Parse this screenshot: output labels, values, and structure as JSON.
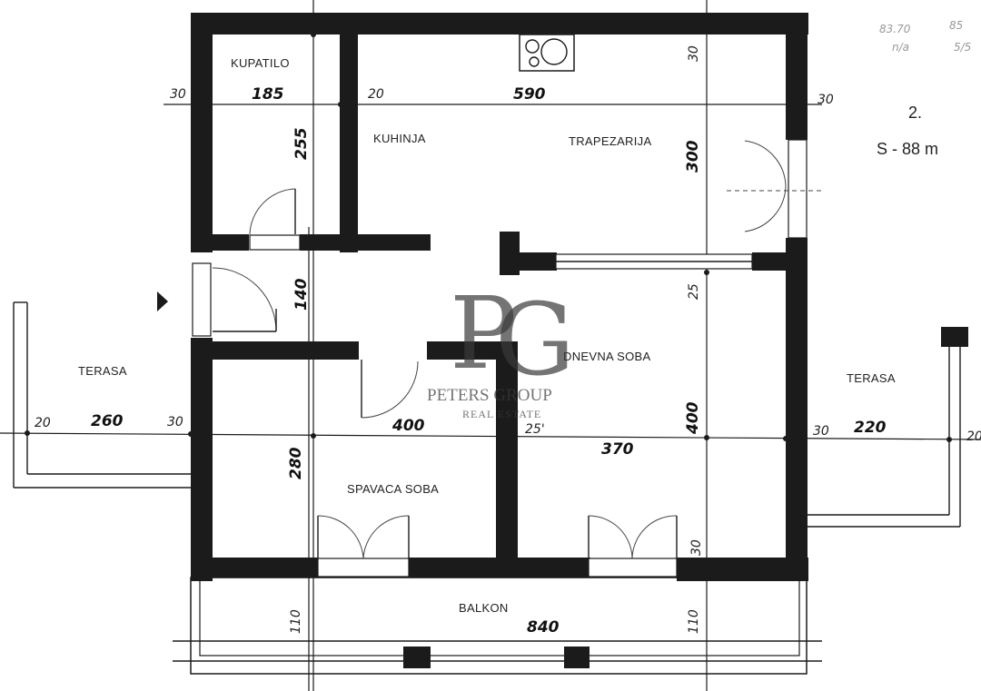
{
  "plan": {
    "number": "2.",
    "area": "S - 88 m",
    "corner_notes": [
      "83.70",
      "85",
      "n/a",
      "5/5"
    ]
  },
  "rooms": {
    "kupatilo": "KUPATILO",
    "kuhinja": "KUHINJA",
    "trapezarija": "TRAPEZARIJA",
    "dnevna_soba": "DNEVNA SOBA",
    "spavaca_soba": "SPAVACA SOBA",
    "balkon": "BALKON",
    "terasa_left": "TERASA",
    "terasa_right": "TERASA"
  },
  "dimensions": {
    "top_left_wall": "30",
    "kupatilo_width": "185",
    "kitchen_wall": "20",
    "kitchen_width": "590",
    "top_right_wall": "30",
    "top_wall_right": "30",
    "kupatilo_height": "255",
    "trapezarija_height": "300",
    "hall_height": "140",
    "wall_25_right": "25",
    "terasa_left_wall": "20",
    "terasa_left_width": "260",
    "left_wall": "30",
    "bedroom_width": "400",
    "wall_25_mid": "25'",
    "living_width": "370",
    "living_height": "400",
    "bedroom_height": "280",
    "right_wall": "30",
    "terasa_right_width": "220",
    "terasa_right_wall": "20",
    "bottom_right_wall": "30",
    "balkon_left": "110",
    "balkon_width": "840",
    "balkon_right": "110"
  },
  "watermark": {
    "letters_p": "P",
    "letters_g": "G",
    "company": "PETERS GROUP",
    "tagline": "REAL ESTATE"
  }
}
